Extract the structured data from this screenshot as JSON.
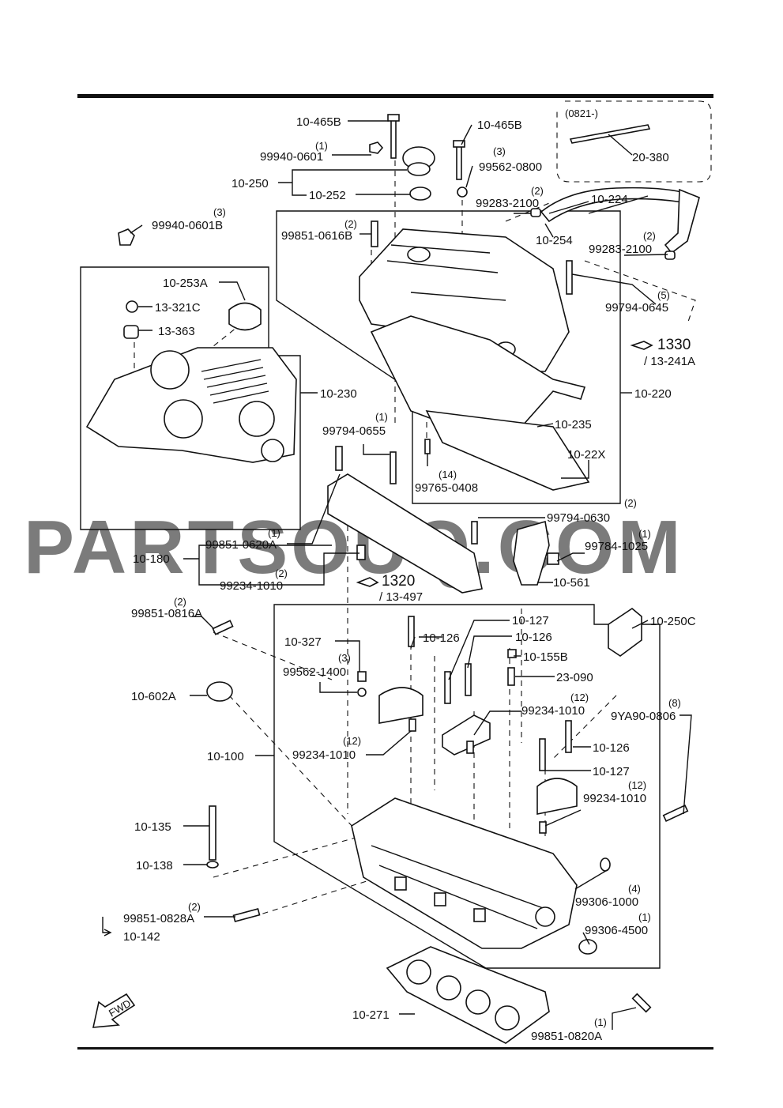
{
  "watermark": "PARTSOUQ.COM",
  "variant_box": {
    "label": "(0821-)",
    "part": "20-380"
  },
  "labels": {
    "p10_465B_a": "10-465B",
    "p10_465B_b": "10-465B",
    "q1_a": "(1)",
    "p99940_0601": "99940-0601",
    "q3_a": "(3)",
    "p99562_0800": "99562-0800",
    "p10_250": "10-250",
    "p10_252": "10-252",
    "q2_a": "(2)",
    "p99283_2100_a": "99283-2100",
    "p10_224": "10-224",
    "p10_254": "10-254",
    "q3_b": "(3)",
    "p99940_0601B": "99940-0601B",
    "q2_b": "(2)",
    "p99851_0616B": "99851-0616B",
    "q2_c": "(2)",
    "p99283_2100_b": "99283-2100",
    "p10_253A": "10-253A",
    "p13_321C": "13-321C",
    "p13_363": "13-363",
    "q5": "(5)",
    "p99794_0645": "99794-0645",
    "ref1330": "1330",
    "ref13_241A": "/ 13-241A",
    "p10_230": "10-230",
    "p10_220": "10-220",
    "p10_235": "10-235",
    "q1_b": "(1)",
    "p99794_0655": "99794-0655",
    "p10_22X": "10-22X",
    "q14": "(14)",
    "p99765_0408": "99765-0408",
    "q2_d": "(2)",
    "p99794_0630": "99794-0630",
    "q1_c": "(1)",
    "p99851_0620A": "99851-0620A",
    "q1_d": "(1)",
    "p99784_1025": "99784-1025",
    "p10_180": "10-180",
    "q2_e": "(2)",
    "p99234_1010_a": "99234-1010",
    "ref1320": "1320",
    "ref13_497": "/ 13-497",
    "p10_561": "10-561",
    "q2_f": "(2)",
    "p99851_0816A": "99851-0816A",
    "p10_126_a": "10-126",
    "p10_127_a": "10-127",
    "p10_250C": "10-250C",
    "p10_126_b": "10-126",
    "p10_327": "10-327",
    "p10_155B": "10-155B",
    "q3_c": "(3)",
    "p99562_1400": "99562-1400",
    "p23_090": "23-090",
    "p10_602A": "10-602A",
    "q12_a": "(12)",
    "p99234_1010_b": "99234-1010",
    "q8": "(8)",
    "p9YA90_0806": "9YA90-0806",
    "q12_b": "(12)",
    "p99234_1010_c": "99234-1010",
    "p10_100": "10-100",
    "p10_126_c": "10-126",
    "p10_127_b": "10-127",
    "q12_c": "(12)",
    "p99234_1010_d": "99234-1010",
    "p10_135": "10-135",
    "p10_138": "10-138",
    "q4": "(4)",
    "p99306_1000": "99306-1000",
    "q2_g": "(2)",
    "p99851_0828A": "99851-0828A",
    "q1_e": "(1)",
    "p99306_4500": "99306-4500",
    "p10_142": "10-142",
    "fwd": "FWD",
    "p10_271": "10-271",
    "q1_f": "(1)",
    "p99851_0820A": "99851-0820A"
  }
}
